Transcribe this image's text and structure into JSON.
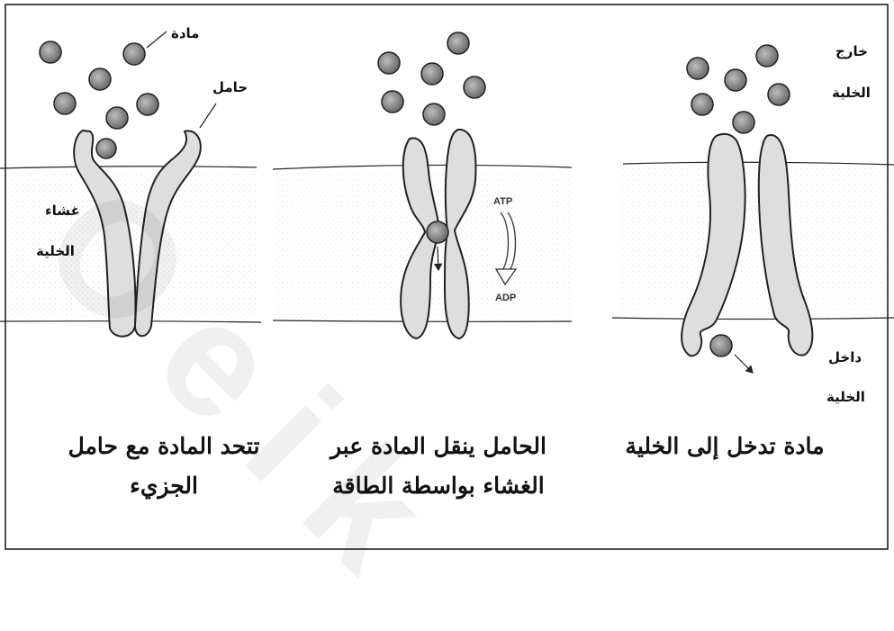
{
  "labels": {
    "substance": "مادة",
    "carrier": "حامل",
    "membrane_line1": "غشاء",
    "membrane_line2": "الخلية",
    "outside_line1": "خارج",
    "outside_line2": "الخلية",
    "inside_line1": "داخل",
    "inside_line2": "الخلية",
    "atp": "ATP",
    "adp": "ADP"
  },
  "captions": {
    "left_line1": "تتحد المادة مع حامل",
    "left_line2": "الجزيء",
    "middle_line1": "الحامل ينقل المادة عبر",
    "middle_line2": "الغشاء بواسطة الطاقة",
    "right_line1": "مادة تدخل إلى الخلية"
  },
  "watermark": "Oeik",
  "colors": {
    "ink": "#111111",
    "protein_fill": "#dedede",
    "molecule_fill": "#8a8a8a",
    "border": "#222222"
  }
}
